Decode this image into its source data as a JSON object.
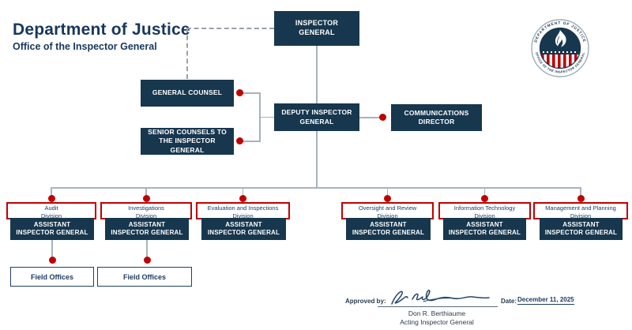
{
  "header": {
    "title": "Department of Justice",
    "subtitle": "Office of the Inspector General"
  },
  "seal": {
    "top_text": "DEPARTMENT OF JUSTICE",
    "bottom_text": "OFFICE OF THE INSPECTOR GENERAL"
  },
  "org": {
    "inspector_general": "INSPECTOR GENERAL",
    "general_counsel": "GENERAL COUNSEL",
    "senior_counsels": "SENIOR COUNSELS TO THE INSPECTOR GENERAL",
    "deputy_inspector_general": "DEPUTY INSPECTOR GENERAL",
    "communications_director": "COMMUNICATIONS DIRECTOR",
    "divisions": [
      {
        "label": "Audit",
        "sub": "Division",
        "role": "ASSISTANT INSPECTOR GENERAL"
      },
      {
        "label": "Investigations",
        "sub": "Division",
        "role": "ASSISTANT INSPECTOR GENERAL"
      },
      {
        "label": "Evaluation and Inspections",
        "sub": "Division",
        "role": "ASSISTANT INSPECTOR GENERAL"
      },
      {
        "label": "Oversight and Review",
        "sub": "Division",
        "role": "ASSISTANT INSPECTOR GENERAL"
      },
      {
        "label": "Information Technology",
        "sub": "Division",
        "role": "ASSISTANT INSPECTOR GENERAL"
      },
      {
        "label": "Management and Planning",
        "sub": "Division",
        "role": "ASSISTANT INSPECTOR GENERAL"
      }
    ],
    "field_offices": [
      {
        "label": "Field Offices"
      },
      {
        "label": "Field Offices"
      }
    ]
  },
  "approval": {
    "approved_by_label": "Approved by:",
    "date_label": "Date:",
    "date_value": "December 11, 2025",
    "signer_name": "Don R. Berthiaume",
    "signer_title": "Acting Inspector General"
  },
  "colors": {
    "navy": "#17374e",
    "red": "#c00000",
    "connector": "#a8b2bc"
  }
}
